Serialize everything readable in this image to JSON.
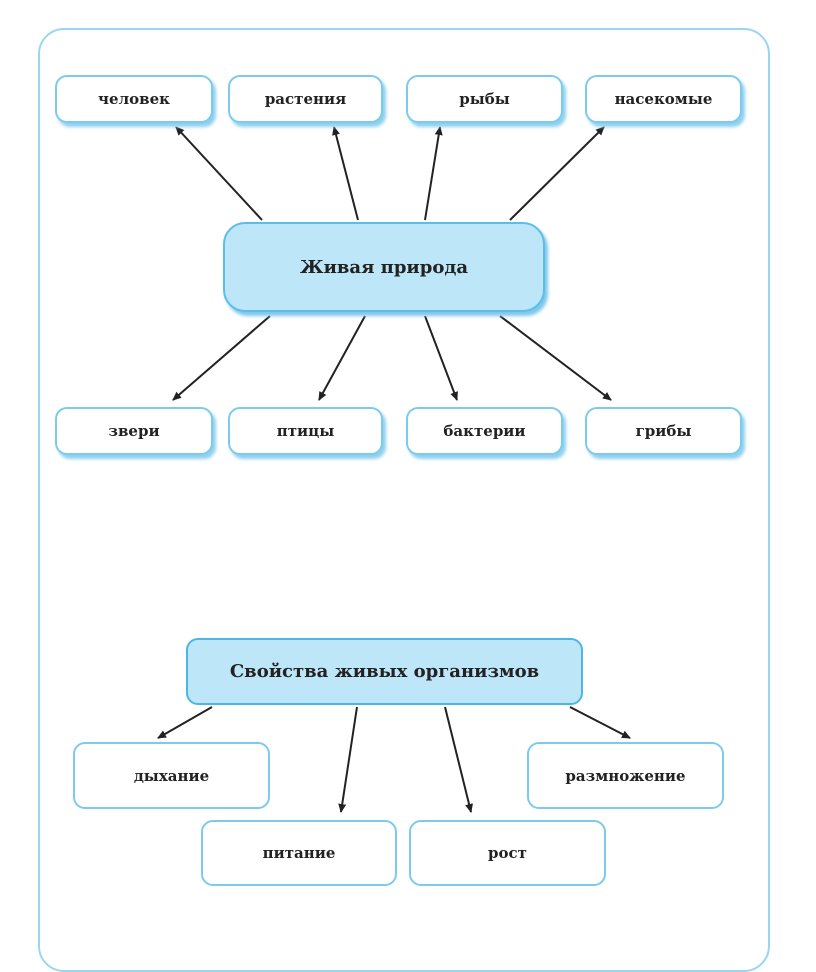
{
  "living_nature": {
    "title": "Живая природа",
    "top": [
      "человек",
      "растения",
      "рыбы",
      "насекомые"
    ],
    "bottom": [
      "звери",
      "птицы",
      "бактерии",
      "грибы"
    ]
  },
  "properties": {
    "title": "Свойства живых организмов",
    "items": [
      "дыхание",
      "питание",
      "рост",
      "размножение"
    ]
  }
}
